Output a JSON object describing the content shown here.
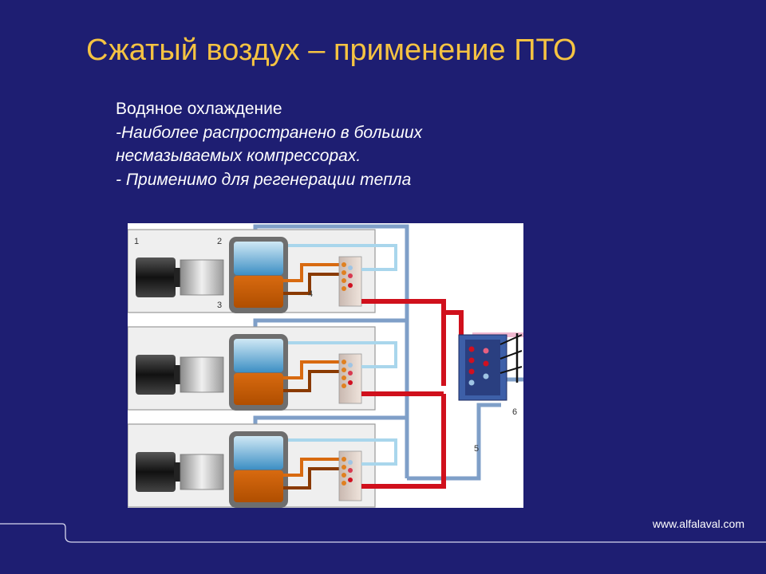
{
  "slide": {
    "title": "Сжатый воздух – применение ПТО",
    "bullets": [
      "Водяное охлаждение",
      "-Наиболее распространено в больших",
      "несмазываемых компрессорах.",
      "- Применимо для регенерации тепла"
    ],
    "footer_url": "www.alfalaval.com"
  },
  "diagram": {
    "labels": [
      "1",
      "2",
      "3",
      "4",
      "5",
      "6"
    ]
  },
  "colors": {
    "background": "#1e1e72",
    "title": "#f5c342",
    "text": "#ffffff",
    "hot_water": "#d0101c",
    "cold_water": "#7f9fc8",
    "oil": "#d86a10",
    "cooling_blue": "#3d8fc4"
  }
}
